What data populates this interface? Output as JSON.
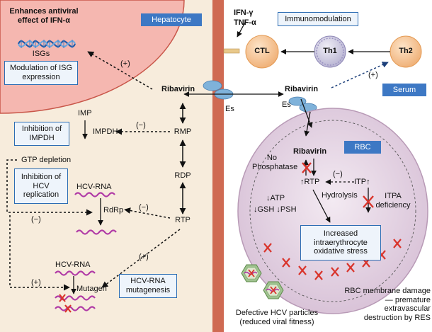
{
  "hepatocyte": {
    "header": "Hepatocyte",
    "ribavirin": "Ribavirin",
    "rmp": "RMP",
    "rdp": "RDP",
    "rtp": "RTP",
    "imp": "IMP",
    "impdh": "IMPDH",
    "gtp_depletion": "GTP depletion",
    "hcv_rna_1": "HCV-RNA",
    "rdrp": "RdRp",
    "hcv_rna_2": "HCV-RNA",
    "mutagen": "Mutagen",
    "isgs": "ISGs",
    "signs": {
      "isg": "(+)",
      "impdh": "(−)",
      "rdrp": "(−)",
      "gtp_rdrp": "(−)",
      "mutagen_rtp": "(+)",
      "mutagen_gtp": "(+)"
    }
  },
  "boxes": {
    "enhances": "Enhances antiviral effect of IFN-α",
    "modulation": "Modulation of ISG expression",
    "inhibition_impdh": "Inhibition of IMPDH",
    "inhibition_hcv": "Inhibition of HCV replication",
    "mutagenesis": "HCV-RNA mutagenesis",
    "immunomodulation": "Immunomodulation",
    "oxidative": "Increased intraerythrocyte oxidative stress"
  },
  "serum": {
    "header": "Serum",
    "ifn": "IFN-γ",
    "tnf": "TNF-α",
    "ctl": "CTL",
    "th1": "Th1",
    "th2": "Th2",
    "th_sign": "(+)",
    "ribavirin": "Ribavirin",
    "es_top": "Es",
    "es_bottom": "Es",
    "defective": "Defective HCV particles (reduced viral fitness)",
    "rbc_damage": "RBC membrane damage — premature extravascular destruction by RES"
  },
  "rbc": {
    "label": "RBC",
    "ribavirin": "Ribavirin",
    "no_phosphatase": "No Phosphatase",
    "rtp": "↑RTP",
    "itp": "ITP↑",
    "sign": "(−)",
    "hydrolysis": "Hydrolysis",
    "itpa": "ITPA deficiency",
    "atp": "↓ATP",
    "gsh": "↓GSH ↓PSH"
  },
  "colors": {
    "hepatocyte_bg": "#f7ecdc",
    "membrane": "#cf6a52",
    "isg_region": "#f5b7b0",
    "rbc_fill": "#e7d8e6",
    "accent_blue": "#3d78c4",
    "box_border": "#2d6db3",
    "x_mark": "#d9342b"
  }
}
